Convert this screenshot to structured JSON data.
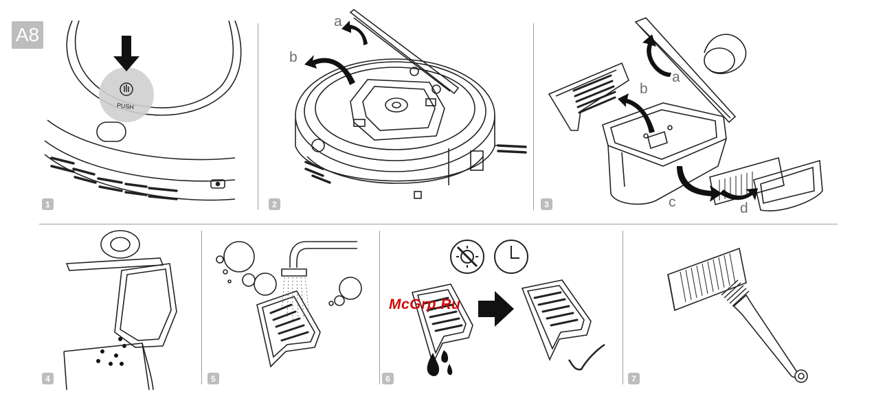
{
  "figure": {
    "tag": "A8",
    "watermark": "McGrp.Ru",
    "push_label": "PUSH"
  },
  "steps": [
    {
      "number": "1"
    },
    {
      "number": "2",
      "labels": [
        "a",
        "b"
      ]
    },
    {
      "number": "3",
      "labels": [
        "a",
        "b",
        "c",
        "d"
      ]
    },
    {
      "number": "4"
    },
    {
      "number": "5"
    },
    {
      "number": "6"
    },
    {
      "number": "7"
    }
  ],
  "colors": {
    "badge": "#bdbdbd",
    "line": "#222222",
    "label": "#6f6f6f",
    "watermark": "#d10a0a"
  },
  "icons": [
    "push-button-icon",
    "no-sun-icon",
    "clock-icon",
    "water-drops-icon",
    "check-icon",
    "arrow-right-icon",
    "brush-icon"
  ]
}
